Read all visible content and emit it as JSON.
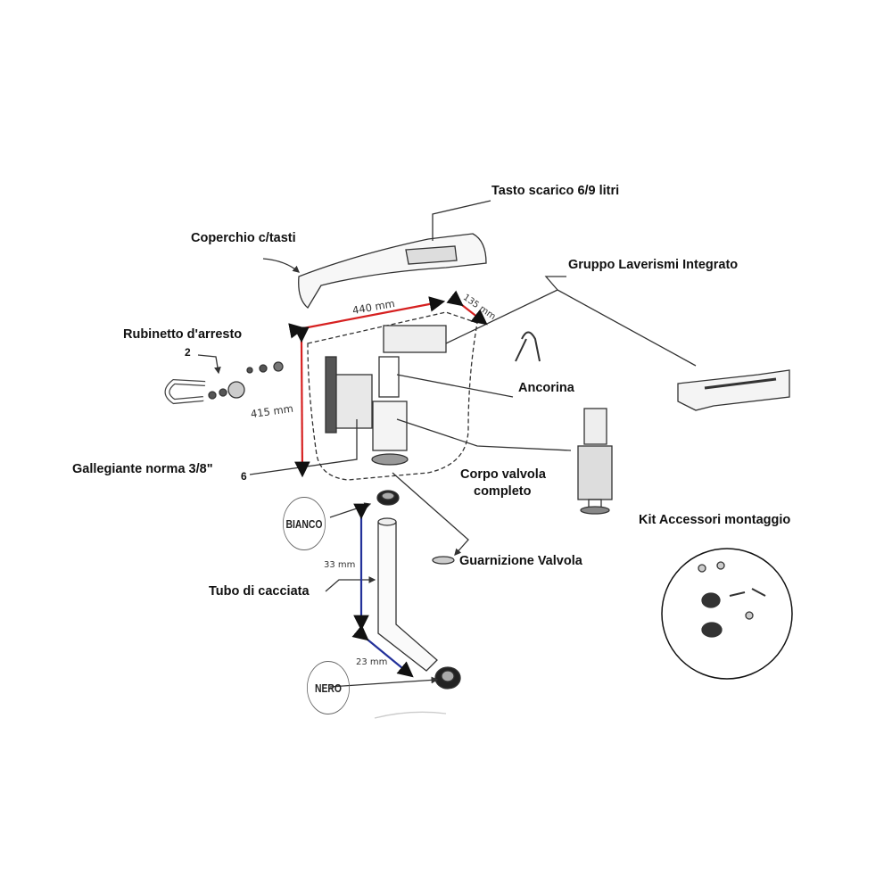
{
  "labels": {
    "tasto": "Tasto scarico 6/9 litri",
    "coperchio": "Coperchio c/tasti",
    "gruppo": "Gruppo Laverismi Integrato",
    "rubinetto": "Rubinetto d'arresto",
    "rubinetto_num": "2",
    "ancorina": "Ancorina",
    "galleggiante": "Gallegiante norma 3/8\"",
    "galleggiante_num": "6",
    "corpo_line1": "Corpo valvola",
    "corpo_line2": "completo",
    "kit": "Kit Accessori montaggio",
    "guarnizione": "Guarnizione Valvola",
    "tubo": "Tubo di cacciata"
  },
  "badges": {
    "bianco": "BIANCO",
    "nero": "NERO"
  },
  "dimensions": {
    "width": "440 mm",
    "depth": "135 mm",
    "height": "415 mm",
    "tube_vertical": "33 mm",
    "tube_bend": "23 mm"
  },
  "colors": {
    "dimension_red": "#d62020",
    "dimension_blue": "#23319a"
  }
}
